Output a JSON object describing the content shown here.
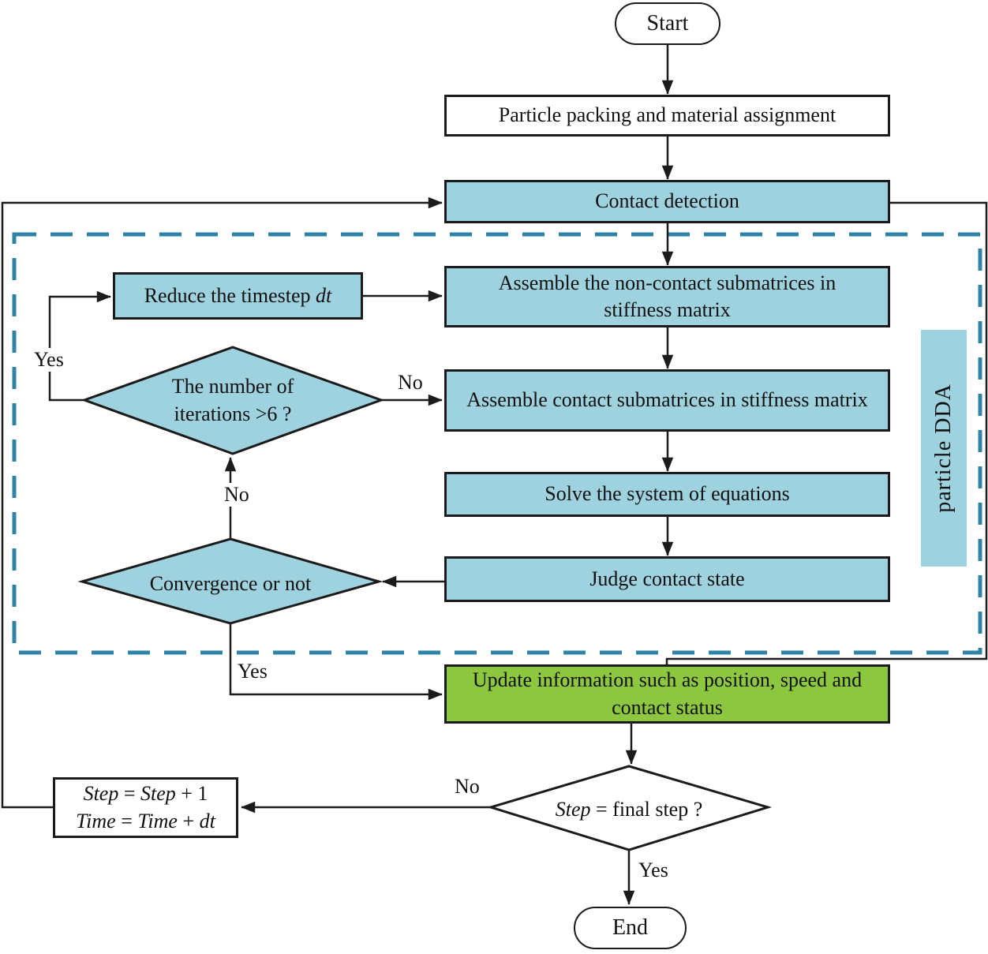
{
  "nodes": {
    "start": "Start",
    "packing": "Particle packing and material assignment",
    "contact_detection": "Contact detection",
    "reduce_prefix": "Reduce the timestep ",
    "reduce_var": "dt",
    "assemble_noncontact": "Assemble the non-contact submatrices in stiffness matrix",
    "iterations_line1": "The number of",
    "iterations_line2": "iterations >6 ?",
    "assemble_contact": "Assemble  contact submatrices in stiffness matrix",
    "solve": "Solve the system of equations",
    "convergence": "Convergence or not",
    "judge": "Judge contact state",
    "region_label": "particle DDA",
    "update": "Update information such as position, speed and contact status",
    "final_var": "Step",
    "final_rest": " = final step ?",
    "step_l1a": "Step",
    "step_l1b": " = ",
    "step_l1c": "Step",
    "step_l1d": " + 1",
    "step_l2a": "Time",
    "step_l2b": " = ",
    "step_l2c": "Time",
    "step_l2d": " + ",
    "step_l2e": "dt",
    "end": "End"
  },
  "edge_labels": {
    "iterations_yes": "Yes",
    "iterations_no": "No",
    "convergence_no": "No",
    "convergence_yes": "Yes",
    "final_no": "No",
    "final_yes": "Yes"
  },
  "colors": {
    "process_fill": "#9ed2df",
    "update_fill": "#8dc63f",
    "dashed_border": "#2e84a6",
    "line": "#1b1b1b"
  }
}
